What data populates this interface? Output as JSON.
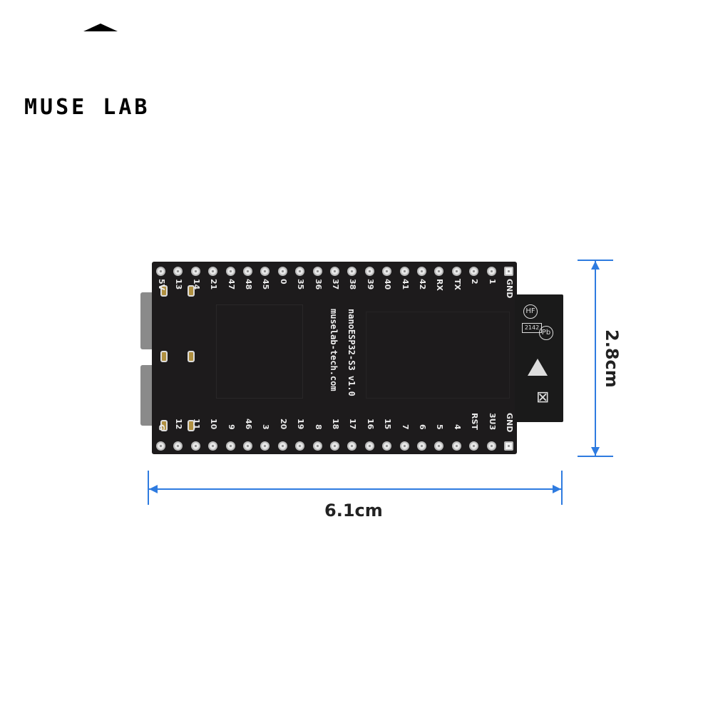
{
  "logo": {
    "text": "MUSE LAB"
  },
  "board": {
    "name": "nanoESP32-S3 v1.0",
    "website": "muselab-tech.com",
    "top_pins": [
      "5V",
      "13",
      "14",
      "21",
      "47",
      "48",
      "45",
      "0",
      "35",
      "36",
      "37",
      "38",
      "39",
      "40",
      "41",
      "42",
      "RX",
      "TX",
      "2",
      "1",
      "GND"
    ],
    "bottom_pins": [
      "G",
      "12",
      "11",
      "10",
      "9",
      "46",
      "3",
      "20",
      "19",
      "8",
      "18",
      "17",
      "16",
      "15",
      "7",
      "6",
      "5",
      "4",
      "RST",
      "3U3",
      "GND"
    ],
    "antenna_marks": [
      "HF",
      "2142",
      "Pb"
    ]
  },
  "dimensions": {
    "width": "6.1cm",
    "height": "2.8cm",
    "line_color": "#2e7be0"
  }
}
